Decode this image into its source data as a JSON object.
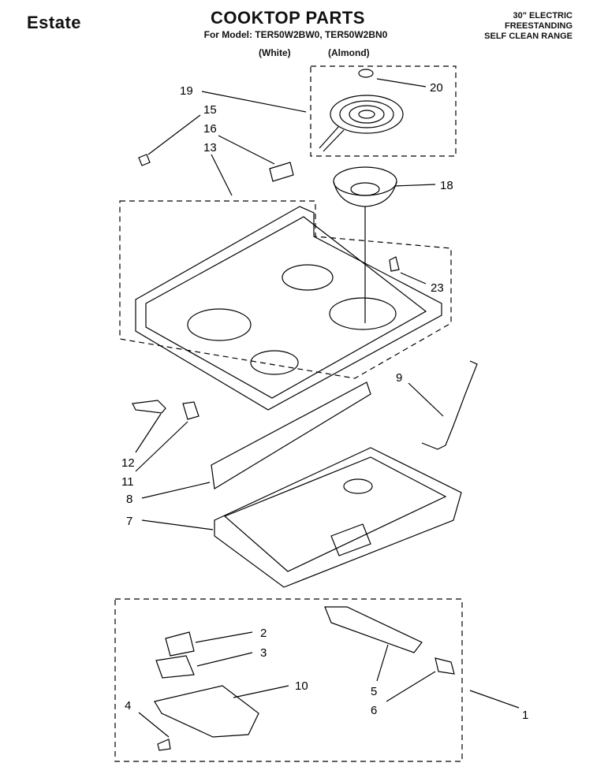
{
  "header": {
    "brand": "Estate",
    "title": "COOKTOP PARTS",
    "model_line": "For Model: TER50W2BW0, TER50W2BN0",
    "variant_white": "(White)",
    "variant_almond": "(Almond)",
    "range_desc": [
      "30\" ELECTRIC",
      "FREESTANDING",
      "SELF CLEAN RANGE"
    ]
  },
  "callouts": [
    "20",
    "19",
    "15",
    "16",
    "13",
    "18",
    "23",
    "9",
    "12",
    "11",
    "8",
    "7",
    "2",
    "3",
    "10",
    "4",
    "5",
    "6",
    "1"
  ]
}
